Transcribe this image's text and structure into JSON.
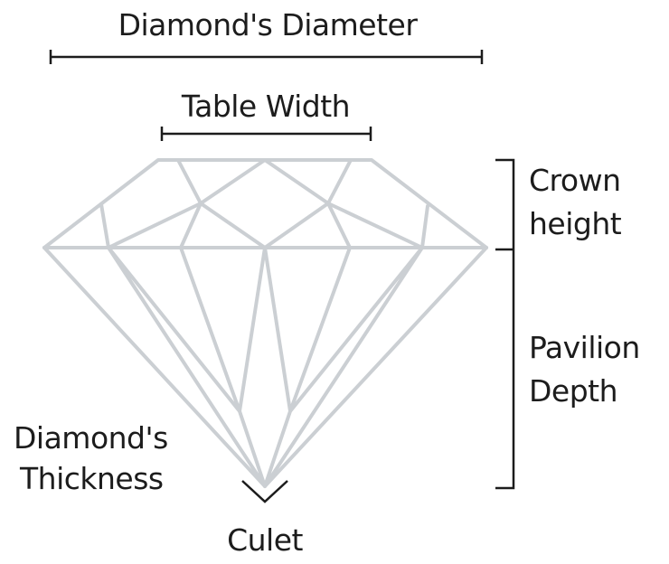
{
  "labels": {
    "diameter": "Diamond's Diameter",
    "table_width": "Table Width",
    "crown_height_line1": "Crown",
    "crown_height_line2": "height",
    "pavilion_depth_line1": "Pavilion",
    "pavilion_depth_line2": "Depth",
    "thickness_line1": "Diamond's",
    "thickness_line2": "Thickness",
    "culet": "Culet"
  },
  "colors": {
    "diamond_stroke": "#cbcfd3",
    "measure_stroke": "#1c1c1c"
  }
}
